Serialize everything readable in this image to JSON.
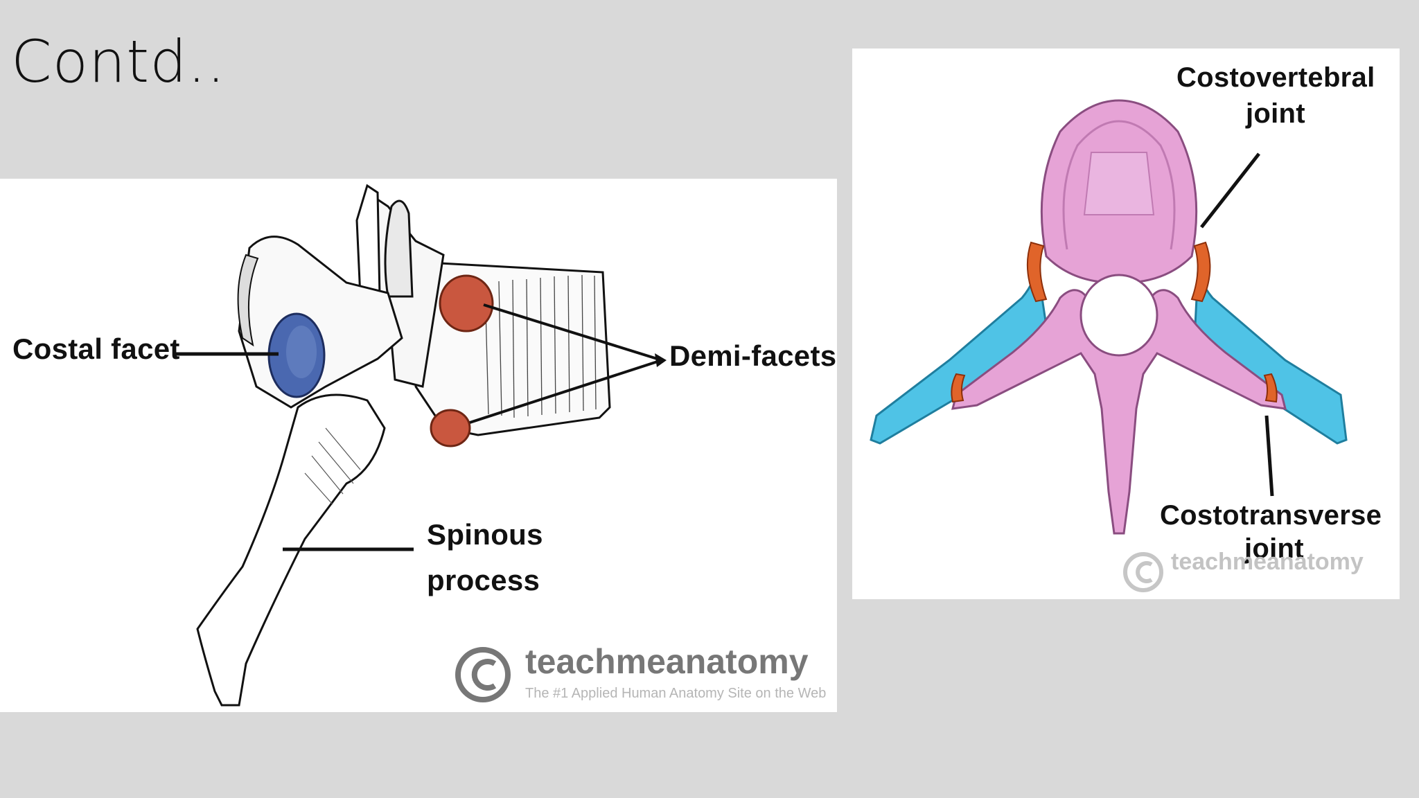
{
  "slide": {
    "title": "Contd.."
  },
  "left_diagram": {
    "labels": {
      "costal_facet": "Costal facet",
      "demi_facets": "Demi-facets",
      "spinous_process_line1": "Spinous",
      "spinous_process_line2": "process"
    },
    "watermark": {
      "brand": "teachmeanatomy",
      "tagline": "The #1 Applied Human Anatomy Site on the Web"
    }
  },
  "right_diagram": {
    "labels": {
      "costovertebral_line1": "Costovertebral",
      "costovertebral_line2": "joint",
      "costotransverse_line1": "Costotransverse",
      "costotransverse_line2": "joint"
    },
    "watermark": {
      "brand": "teachmeanatomy"
    }
  },
  "colors": {
    "background": "#d9d9d9",
    "costal_facet": "#4a68b0",
    "demi_facet": "#c9573f",
    "vertebra_pink": "#e6a3d6",
    "rib_blue": "#4fc3e6",
    "joint_orange": "#e0642a"
  },
  "icons": [
    "copyright-icon"
  ]
}
